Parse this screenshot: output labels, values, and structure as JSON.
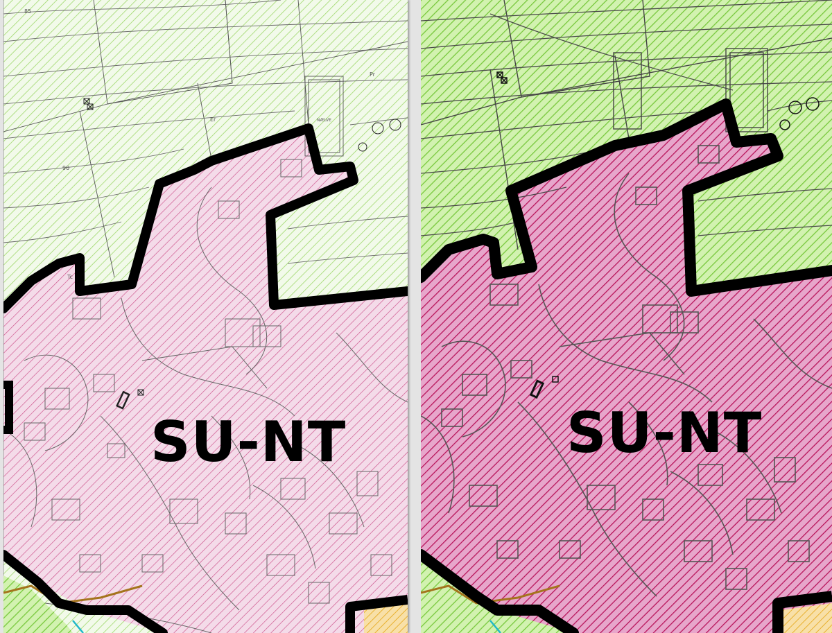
{
  "zone_label": "SU-NT",
  "map_labels": {
    "contour_85": "85",
    "contour_90": "90",
    "parcel_pr": "Pr",
    "parcel_er": "Er",
    "parcel_tc": "Tc",
    "building": "NÆLVE"
  },
  "colors": {
    "green_hatch": "#8ad44a",
    "green_bg_light": "#f2faea",
    "green_bg_dark": "#d2f2b0",
    "magenta_hatch": "#c2185b",
    "pink_bg_light": "#f4dbe9",
    "pink_bg_dark": "#e49bc4",
    "boundary": "#000000",
    "brown_line": "#a4741c",
    "orange_zone": "#f2c464",
    "cyan_line": "#20b8c8",
    "line_gray": "#5a5a5a"
  },
  "panels": [
    {
      "name": "left",
      "style": "light"
    },
    {
      "name": "right",
      "style": "dark"
    }
  ]
}
